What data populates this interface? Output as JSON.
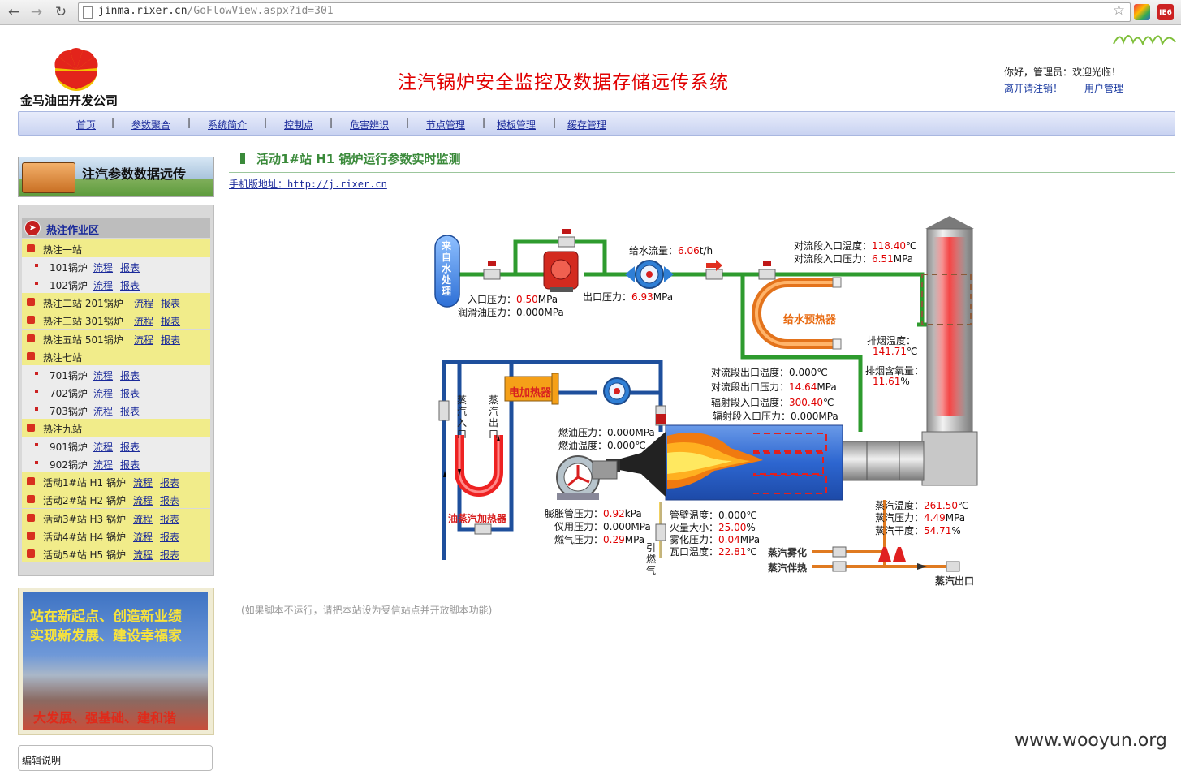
{
  "browser": {
    "url_host": "jinma.rixer.cn",
    "url_path": "/GoFlowView.aspx?id=301"
  },
  "header": {
    "company": "金马油田开发公司",
    "system_title": "注汽锅炉安全监控及数据存储远传系统",
    "greeting": "你好，管理员：欢迎光临！",
    "logout": "离开请注销！",
    "user_mgmt": "用户管理"
  },
  "nav": {
    "items": [
      "首页",
      "参数聚合",
      "系统简介",
      "控制点",
      "危害辨识",
      "节点管理",
      "模板管理",
      "缓存管理"
    ],
    "sep": "|"
  },
  "sidebar": {
    "banner_title": "注汽参数数据远传",
    "section_title": "热注作业区",
    "flow": "流程",
    "report": "报表",
    "rows": [
      {
        "label": "热注一站",
        "type": "station"
      },
      {
        "label": "101锅炉",
        "type": "boiler"
      },
      {
        "label": "102锅炉",
        "type": "boiler"
      },
      {
        "label": "热注二站 201锅炉",
        "type": "station-boiler"
      },
      {
        "label": "热注三站 301锅炉",
        "type": "station-boiler"
      },
      {
        "label": "热注五站 501锅炉",
        "type": "station-boiler"
      },
      {
        "label": "热注七站",
        "type": "station"
      },
      {
        "label": "701锅炉",
        "type": "boiler"
      },
      {
        "label": "702锅炉",
        "type": "boiler"
      },
      {
        "label": "703锅炉",
        "type": "boiler"
      },
      {
        "label": "热注九站",
        "type": "station"
      },
      {
        "label": "901锅炉",
        "type": "boiler"
      },
      {
        "label": "902锅炉",
        "type": "boiler"
      },
      {
        "label": "活动1#站 H1 锅炉",
        "type": "station-boiler"
      },
      {
        "label": "活动2#站 H2 锅炉",
        "type": "station-boiler"
      },
      {
        "label": "活动3#站 H3 锅炉",
        "type": "station-boiler"
      },
      {
        "label": "活动4#站 H4 锅炉",
        "type": "station-boiler"
      },
      {
        "label": "活动5#站 H5 锅炉",
        "type": "station-boiler"
      }
    ],
    "banner2_line1": "站在新起点、创造新业绩",
    "banner2_line2": "实现新发展、建设幸福家",
    "banner2_line3": "大发展、强基础、建和谐",
    "edit_note": "编辑说明"
  },
  "main": {
    "title": "活动1#站 H1 锅炉运行参数实时监测",
    "mobile_label": "手机版地址：",
    "mobile_url": "http://j.rixer.cn",
    "script_note": "(如果脚本不运行，请把本站设为受信站点并开放脚本功能)"
  },
  "diagram": {
    "water_source": "来自水处理",
    "feed_flow_label": "给水流量：",
    "feed_flow": "6.06",
    "feed_flow_unit": "t/h",
    "inlet_pressure_label": "入口压力：",
    "inlet_pressure": "0.50",
    "inlet_pressure_unit": "MPa",
    "lube_pressure_label": "润滑油压力：",
    "lube_pressure": "0.000MPa",
    "outlet_pressure_label": "出口压力：",
    "outlet_pressure": "6.93",
    "outlet_pressure_unit": "MPa",
    "conv_in_temp_label": "对流段入口温度：",
    "conv_in_temp": "118.40",
    "conv_in_temp_unit": "℃",
    "conv_in_press_label": "对流段入口压力：",
    "conv_in_press": "6.51",
    "conv_in_press_unit": "MPa",
    "preheater": "给水预热器",
    "flue_temp_label": "排烟温度：",
    "flue_temp": "141.71",
    "flue_temp_unit": "℃",
    "flue_o2_label": "排烟含氧量：",
    "flue_o2": "11.61",
    "flue_o2_unit": "%",
    "conv_out_temp_label": "对流段出口温度：",
    "conv_out_temp": "0.000℃",
    "conv_out_press_label": "对流段出口压力：",
    "conv_out_press": "14.64",
    "conv_out_press_unit": "MPa",
    "rad_in_temp_label": "辐射段入口温度：",
    "rad_in_temp": "300.40",
    "rad_in_temp_unit": "℃",
    "rad_in_press_label": "辐射段入口压力：",
    "rad_in_press": "0.000MPa",
    "electric_heater": "电加热器",
    "steam_in": "蒸汽入口",
    "steam_out_v": "蒸汽出口",
    "oil_steam_heater": "油蒸汽加热器",
    "fuel_press_label": "燃油压力：",
    "fuel_press": "0.000MPa",
    "fuel_temp_label": "燃油温度：",
    "fuel_temp": "0.000℃",
    "exp_press_label": "膨胀管压力：",
    "exp_press": "0.92",
    "exp_press_unit": "kPa",
    "inst_press_label": "仪用压力：",
    "inst_press": "0.000MPa",
    "gas_press_label": "燃气压力：",
    "gas_press": "0.29",
    "gas_press_unit": "MPa",
    "tube_temp_label": "管壁温度：",
    "tube_temp": "0.000℃",
    "fire_size_label": "火量大小：",
    "fire_size": "25.00",
    "fire_size_unit": "%",
    "atom_press_label": "雾化压力：",
    "atom_press": "0.04",
    "atom_press_unit": "MPa",
    "throat_temp_label": "瓦口温度：",
    "throat_temp": "22.81",
    "throat_temp_unit": "℃",
    "pilot_gas": "引燃气",
    "steam_temp_label": "蒸汽温度：",
    "steam_temp": "261.50",
    "steam_temp_unit": "℃",
    "steam_press_label": "蒸汽压力：",
    "steam_press": "4.49",
    "steam_press_unit": "MPa",
    "steam_dry_label": "蒸汽干度：",
    "steam_dry": "54.71",
    "steam_dry_unit": "%",
    "steam_atomize": "蒸汽雾化",
    "steam_trace": "蒸汽伴热",
    "steam_outlet": "蒸汽出口"
  },
  "watermark": "www.wooyun.org",
  "colors": {
    "title_red": "#e10000",
    "value_red": "#e00000",
    "link_blue": "#1a2a9a",
    "pipe_green": "#2e9b2e",
    "pipe_blue": "#1e4f9c",
    "pipe_orange": "#e07a20"
  }
}
